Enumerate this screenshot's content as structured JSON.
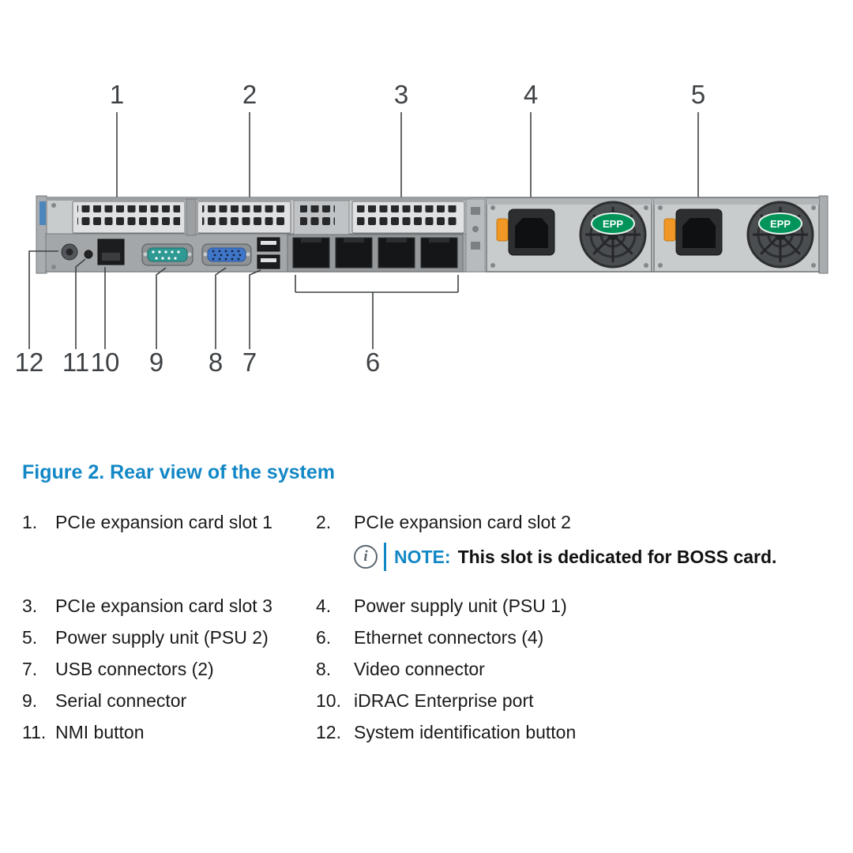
{
  "figure": {
    "caption": "Figure 2. Rear view of the system",
    "callouts_top": [
      "1",
      "2",
      "3",
      "4",
      "5"
    ],
    "callouts_bottom": [
      "12",
      "11",
      "10",
      "9",
      "8",
      "7",
      "6"
    ],
    "psu_badge": "EPP"
  },
  "legend": {
    "items": [
      {
        "num": "1.",
        "label": "PCIe expansion card slot 1"
      },
      {
        "num": "2.",
        "label": "PCIe expansion card slot 2"
      },
      {
        "num": "3.",
        "label": "PCIe expansion card slot 3"
      },
      {
        "num": "4.",
        "label": "Power supply unit (PSU 1)"
      },
      {
        "num": "5.",
        "label": "Power supply unit (PSU 2)"
      },
      {
        "num": "6.",
        "label": "Ethernet connectors (4)"
      },
      {
        "num": "7.",
        "label": "USB connectors (2)"
      },
      {
        "num": "8.",
        "label": "Video connector"
      },
      {
        "num": "9.",
        "label": "Serial connector"
      },
      {
        "num": "10.",
        "label": "iDRAC Enterprise port"
      },
      {
        "num": "11.",
        "label": "NMI button"
      },
      {
        "num": "12.",
        "label": "System identification button"
      }
    ],
    "note": {
      "label": "NOTE:",
      "text": "This slot is dedicated for BOSS card."
    }
  },
  "colors": {
    "accent": "#1287c6",
    "epp-green": "#00945a",
    "vga-blue": "#3f76c8",
    "latch-orange": "#f09726",
    "text": "#1a1a1a"
  }
}
